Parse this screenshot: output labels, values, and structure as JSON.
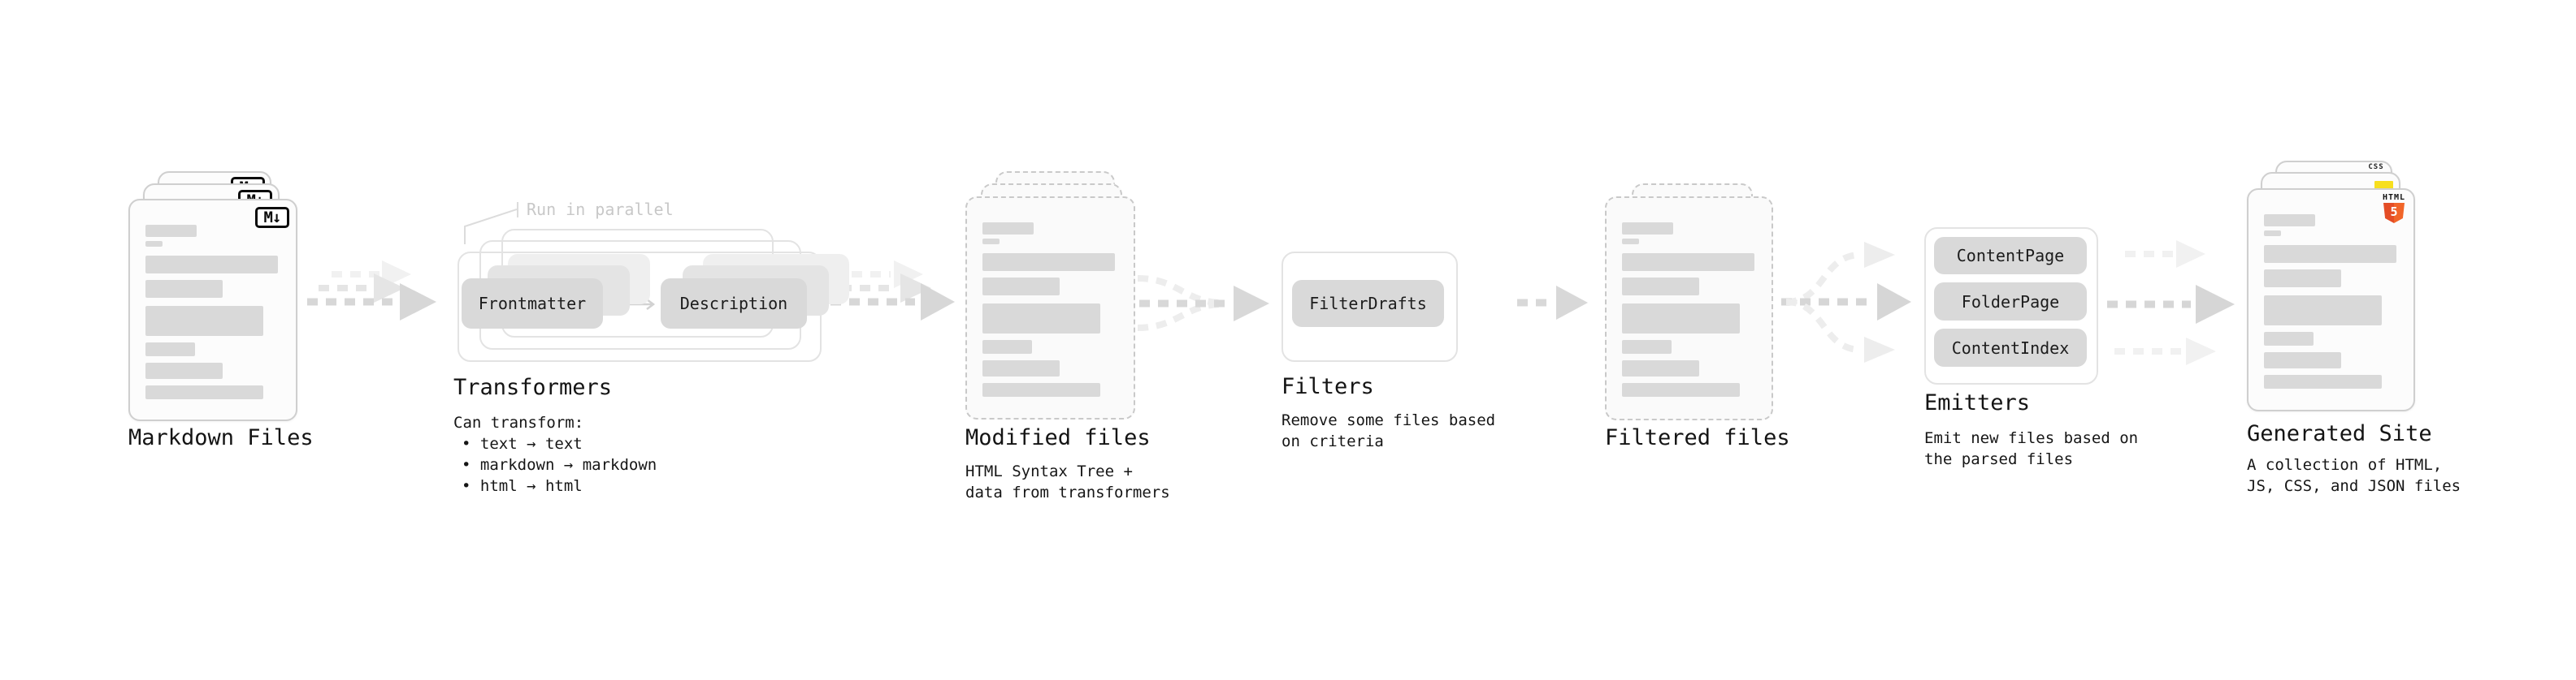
{
  "stages": {
    "markdown": {
      "title": "Markdown Files",
      "badge": "M↓"
    },
    "transformers": {
      "title": "Transformers",
      "annotation": "Run in parallel",
      "button_frontmatter": "Frontmatter",
      "button_description": "Description",
      "desc": [
        "Can transform:",
        "• text → text",
        "• markdown → markdown",
        "• html → html"
      ]
    },
    "modified": {
      "title": "Modified files",
      "desc": [
        "HTML Syntax Tree +",
        "data from transformers"
      ]
    },
    "filters": {
      "title": "Filters",
      "button": "FilterDrafts",
      "desc": [
        "Remove some files based",
        "on criteria"
      ]
    },
    "filtered": {
      "title": "Filtered files"
    },
    "emitters": {
      "title": "Emitters",
      "buttons": [
        "ContentPage",
        "FolderPage",
        "ContentIndex"
      ],
      "desc": [
        "Emit new files based on",
        "the parsed files"
      ]
    },
    "generated": {
      "title": "Generated Site",
      "badge_css": "CSS",
      "badge_html_label": "HTML",
      "badge_html_number": "5",
      "desc": [
        "A collection of HTML,",
        "JS, CSS, and JSON files"
      ]
    }
  },
  "colors": {
    "html5_orange": "#e44d26",
    "js_yellow": "#f7df1e",
    "css_blue": "#2b51e8",
    "skeleton_gray": "#d9d9d9",
    "arrow_gray": "#d6d6d6"
  }
}
